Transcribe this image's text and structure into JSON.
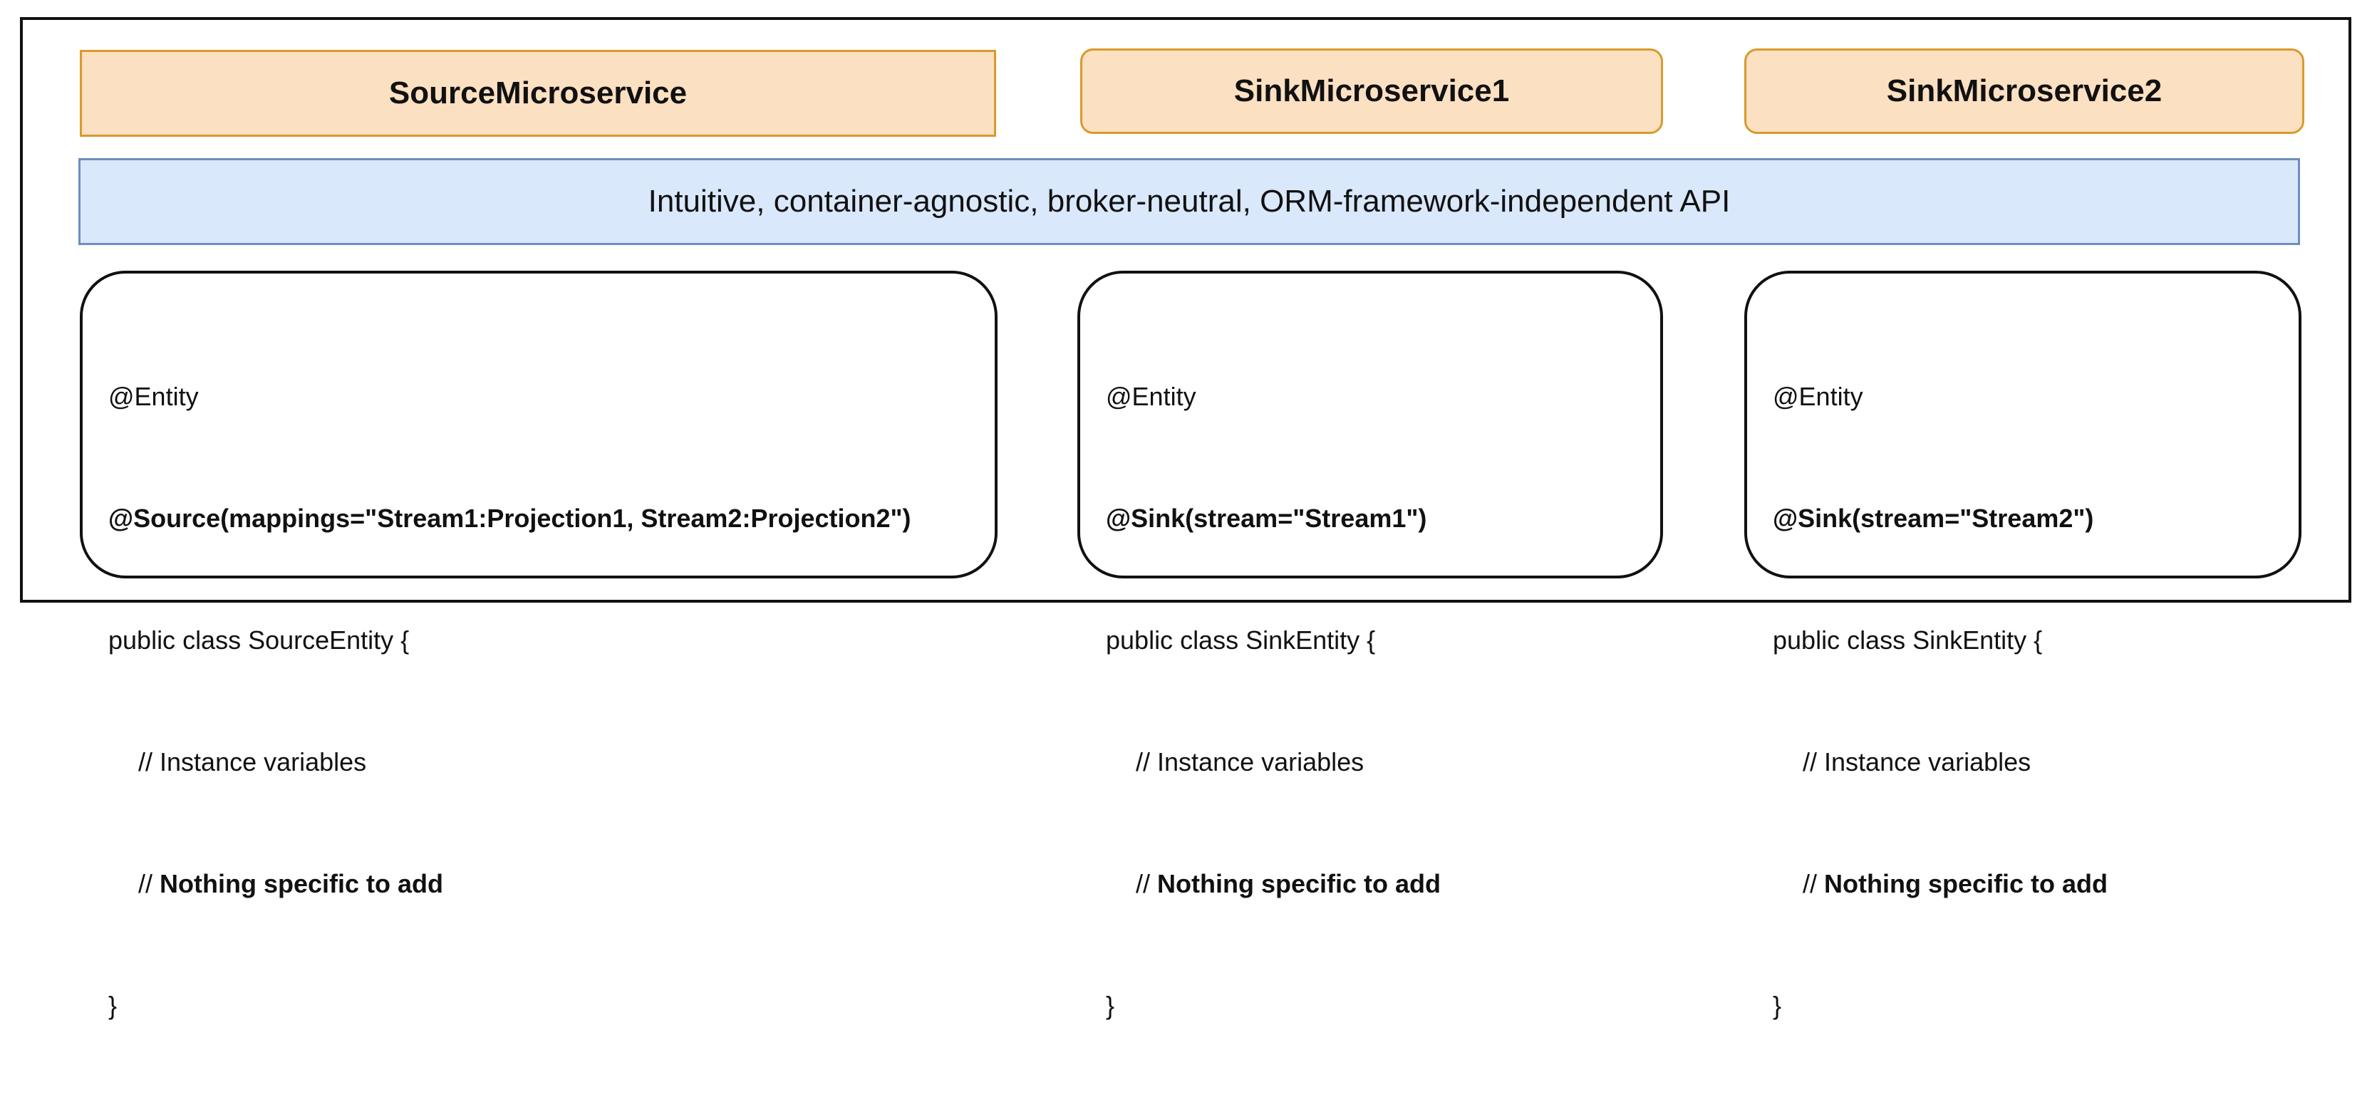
{
  "services": {
    "source": "SourceMicroservice",
    "sink1": "SinkMicroservice1",
    "sink2": "SinkMicroservice2"
  },
  "api_bar": "Intuitive, container-agnostic, broker-neutral, ORM-framework-independent API",
  "entities": {
    "source": {
      "entity_annotation": "@Entity",
      "custom_annotation": "@Source(mappings=\"Stream1:Projection1, Stream2:Projection2\")",
      "class_decl": "public class SourceEntity {",
      "comment_prefix_1": "// ",
      "comment_text_1": "Instance variables",
      "comment_prefix_2": "// ",
      "comment_text_2": "Nothing specific to add",
      "closing_brace": "}"
    },
    "sink1": {
      "entity_annotation": "@Entity",
      "custom_annotation": "@Sink(stream=\"Stream1\")",
      "class_decl": "public class SinkEntity {",
      "comment_prefix_1": "// ",
      "comment_text_1": "Instance variables",
      "comment_prefix_2": "// ",
      "comment_text_2": "Nothing specific to add",
      "closing_brace": "}"
    },
    "sink2": {
      "entity_annotation": "@Entity",
      "custom_annotation": "@Sink(stream=\"Stream2\")",
      "class_decl": "public class SinkEntity {",
      "comment_prefix_1": "// ",
      "comment_text_1": "Instance variables",
      "comment_prefix_2": "// ",
      "comment_text_2": "Nothing specific to add",
      "closing_brace": "}"
    }
  },
  "colors": {
    "service_fill": "#fce0c2",
    "service_border": "#d99a2b",
    "api_fill": "#dae8fc",
    "api_border": "#6c8ebf",
    "outline": "#111111"
  }
}
